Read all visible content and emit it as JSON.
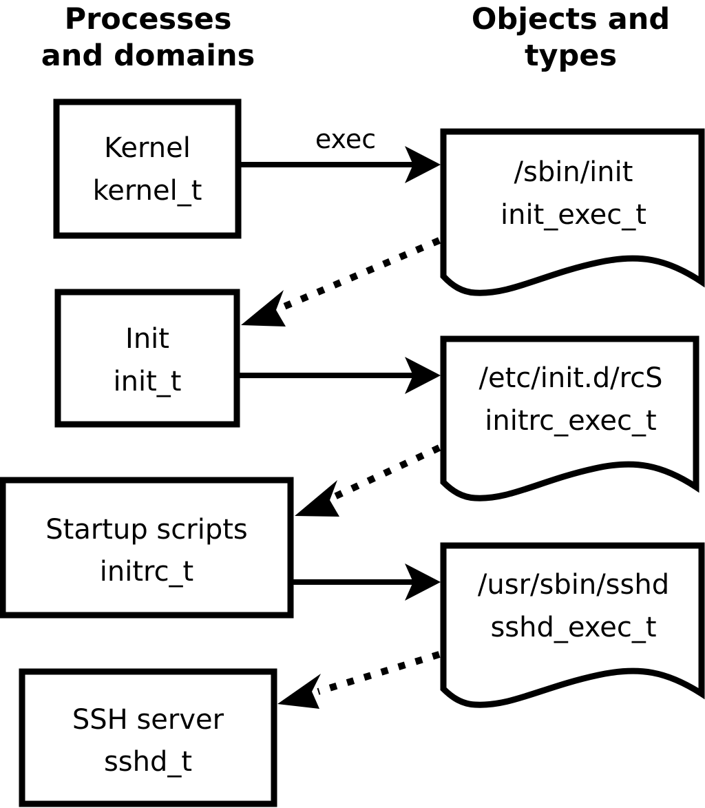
{
  "diagram": {
    "title_columns": {
      "left": {
        "line1": "Processes",
        "line2": "and domains"
      },
      "right": {
        "line1": "Objects and",
        "line2": "types"
      }
    },
    "colors": {
      "stroke": "#000000",
      "fill": "#ffffff",
      "text": "#000000"
    },
    "process_nodes": [
      {
        "id": "kernel",
        "line1": "Kernel",
        "line2": "kernel_t"
      },
      {
        "id": "init",
        "line1": "Init",
        "line2": "init_t"
      },
      {
        "id": "initrc",
        "line1": "Startup scripts",
        "line2": "initrc_t"
      },
      {
        "id": "sshd",
        "line1": "SSH server",
        "line2": "sshd_t"
      }
    ],
    "object_nodes": [
      {
        "id": "init_exec",
        "line1": "/sbin/init",
        "line2": "init_exec_t"
      },
      {
        "id": "initrc_exec",
        "line1": "/etc/init.d/rcS",
        "line2": "initrc_exec_t"
      },
      {
        "id": "sshd_exec",
        "line1": "/usr/sbin/sshd",
        "line2": "sshd_exec_t"
      }
    ],
    "edges": [
      {
        "id": "kernel-exec-init_exec",
        "label": "exec",
        "style": "solid",
        "from": "kernel",
        "to": "init_exec"
      },
      {
        "id": "init_exec-transition-init",
        "label": "",
        "style": "dotted",
        "from": "init_exec",
        "to": "init"
      },
      {
        "id": "init-exec-initrc_exec",
        "label": "",
        "style": "solid",
        "from": "init",
        "to": "initrc_exec"
      },
      {
        "id": "initrc_exec-transition-initrc",
        "label": "",
        "style": "dotted",
        "from": "initrc_exec",
        "to": "initrc"
      },
      {
        "id": "initrc-exec-sshd_exec",
        "label": "",
        "style": "solid",
        "from": "initrc",
        "to": "sshd_exec"
      },
      {
        "id": "sshd_exec-transition-sshd",
        "label": "",
        "style": "dotted",
        "from": "sshd_exec",
        "to": "sshd"
      }
    ]
  }
}
